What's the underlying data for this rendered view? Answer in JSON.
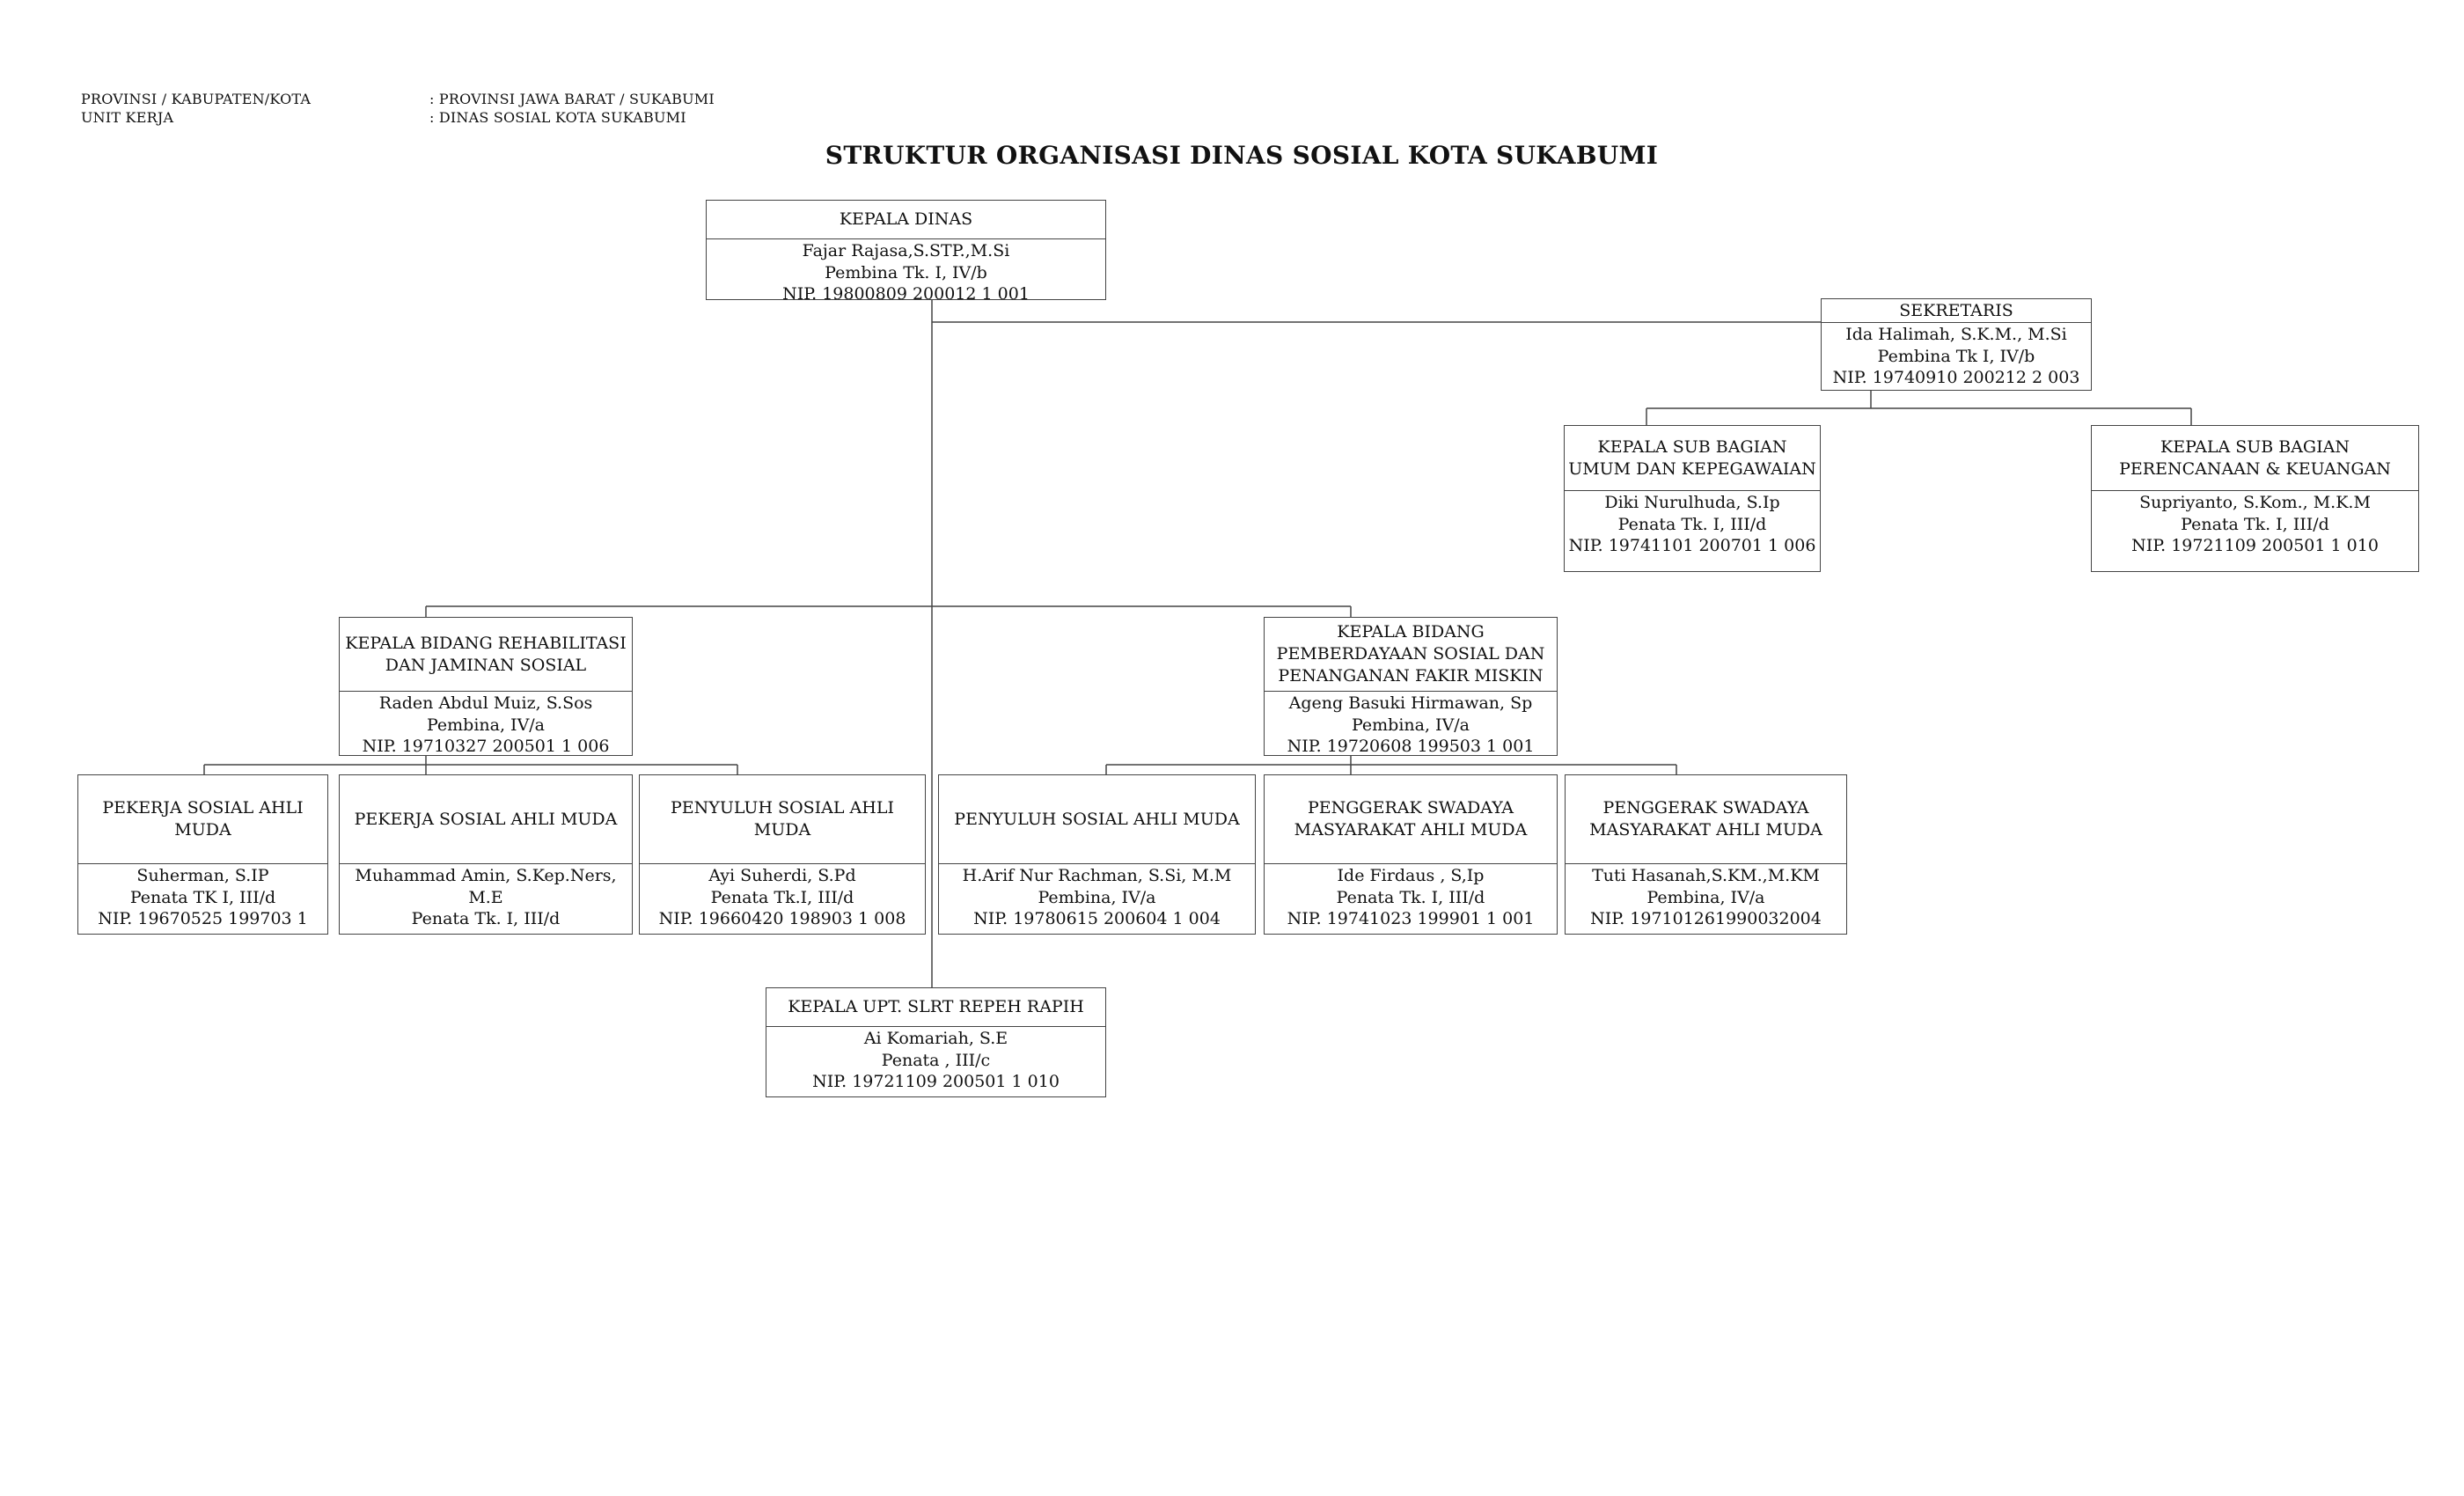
{
  "header": {
    "province_label": "PROVINSI / KABUPATEN/KOTA",
    "province_value": ": PROVINSI JAWA BARAT  /  SUKABUMI",
    "unit_label": "UNIT KERJA",
    "unit_value": ": DINAS SOSIAL KOTA SUKABUMI"
  },
  "title": "STRUKTUR ORGANISASI DINAS SOSIAL KOTA SUKABUMI",
  "boxes": {
    "kepala_dinas": {
      "position": "KEPALA DINAS",
      "name": "Fajar Rajasa,S.STP.,M.Si",
      "rank": "Pembina Tk. I, IV/b",
      "nip": "NIP. 19800809 200012 1 001"
    },
    "sekretaris": {
      "position": "SEKRETARIS",
      "name": "Ida Halimah, S.K.M., M.Si",
      "rank": "Pembina Tk I, IV/b",
      "nip": "NIP. 19740910 200212 2 003"
    },
    "kasubag_umum": {
      "position": "KEPALA SUB BAGIAN UMUM DAN KEPEGAWAIAN",
      "name": "Diki Nurulhuda, S.Ip",
      "rank": "Penata Tk. I, III/d",
      "nip": "NIP. 19741101 200701 1 006"
    },
    "kasubag_keuangan": {
      "position": "KEPALA SUB BAGIAN PERENCANAAN & KEUANGAN",
      "name": "Supriyanto, S.Kom., M.K.M",
      "rank": "Penata Tk. I, III/d",
      "nip": "NIP. 19721109 200501 1 010"
    },
    "kabid_rehab": {
      "position": "KEPALA BIDANG REHABILITASI DAN JAMINAN SOSIAL",
      "name": "Raden Abdul Muiz, S.Sos",
      "rank": "Pembina, IV/a",
      "nip": "NIP. 19710327 200501 1 006"
    },
    "kabid_pemberdayaan": {
      "position": "KEPALA BIDANG PEMBERDAYAAN SOSIAL DAN PENANGANAN FAKIR MISKIN",
      "name": "Ageng Basuki Hirmawan, Sp",
      "rank": "Pembina, IV/a",
      "nip": "NIP. 19720608 199503 1 001"
    },
    "pekerja_sosial_1": {
      "position": "PEKERJA SOSIAL AHLI MUDA",
      "name": "Suherman, S.IP",
      "rank": "Penata TK I, III/d",
      "nip": "NIP. 19670525 199703 1"
    },
    "pekerja_sosial_2": {
      "position": "PEKERJA SOSIAL AHLI MUDA",
      "name": "Muhammad Amin, S.Kep.Ners, M.E",
      "rank": "Penata Tk. I, III/d",
      "nip": ""
    },
    "penyuluh_sosial_1": {
      "position": "PENYULUH SOSIAL AHLI MUDA",
      "name": "Ayi Suherdi, S.Pd",
      "rank": "Penata Tk.I, III/d",
      "nip": "NIP. 19660420 198903 1 008"
    },
    "penyuluh_sosial_2": {
      "position": "PENYULUH SOSIAL AHLI MUDA",
      "name": "H.Arif Nur Rachman, S.Si, M.M",
      "rank": "Pembina, IV/a",
      "nip": "NIP. 19780615 200604 1 004"
    },
    "penggerak_1": {
      "position": "PENGGERAK SWADAYA MASYARAKAT AHLI MUDA",
      "name": "Ide Firdaus , S,Ip",
      "rank": "Penata Tk. I, III/d",
      "nip": "NIP. 19741023 199901 1 001"
    },
    "penggerak_2": {
      "position": "PENGGERAK SWADAYA MASYARAKAT AHLI MUDA",
      "name": "Tuti Hasanah,S.KM.,M.KM",
      "rank": "Pembina, IV/a",
      "nip": "NIP. 197101261990032004"
    },
    "kepala_upt": {
      "position": "KEPALA UPT. SLRT REPEH RAPIH",
      "name": "Ai Komariah, S.E",
      "rank": "Penata , III/c",
      "nip": "NIP. 19721109 200501 1 010"
    }
  }
}
